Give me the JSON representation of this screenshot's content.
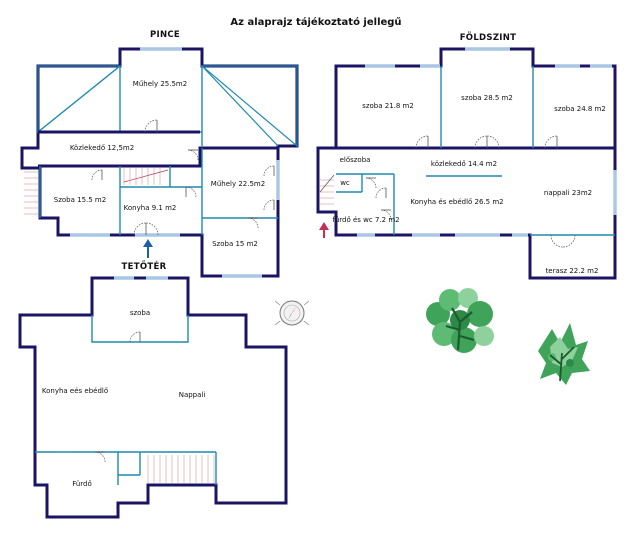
{
  "title": "Az alaprajz tájékoztató jellegű",
  "colors": {
    "wall": "#1b1464",
    "inner_wall": "#1f8ab0",
    "window": "#a9c6e3",
    "stairs": "#e0a0a0",
    "entry_arrow_blue": "#1f5fa8",
    "entry_arrow_red": "#c0305a",
    "plant_green": "#3fa35a"
  },
  "floors": {
    "pince": {
      "heading": "PINCE",
      "rooms": [
        {
          "label": "Műhely 25.5m2"
        },
        {
          "label": "Közlekedő 12,5m2"
        },
        {
          "label": "Szoba 15.5 m2"
        },
        {
          "label": "Konyha 9.1 m2"
        },
        {
          "label": "Műhely 22.5m2"
        },
        {
          "label": "Szoba 15 m2"
        }
      ]
    },
    "foldszint": {
      "heading": "FÖLDSZINT",
      "rooms": [
        {
          "label": "szoba 21.8 m2"
        },
        {
          "label": "szoba 28.5 m2"
        },
        {
          "label": "szoba 24.8 m2"
        },
        {
          "label": "előszoba"
        },
        {
          "label": "közlekedő 14.4 m2"
        },
        {
          "label": "wc"
        },
        {
          "label": "nappali 23m2"
        },
        {
          "label": "fürdő és wc 7.2 m2"
        },
        {
          "label": "Konyha és ebédlő 26.5 m2"
        },
        {
          "label": "terasz 22.2 m2"
        }
      ]
    },
    "tetoter": {
      "heading": "TETŐTÉR",
      "rooms": [
        {
          "label": "szoba"
        },
        {
          "label": "Konyha eés ebédlő"
        },
        {
          "label": "Nappali"
        },
        {
          "label": "Fürdő"
        }
      ]
    }
  },
  "icons": {
    "compass": "compass-icon",
    "entry_arrows": "entry-arrow-icon",
    "trees": "tree-icon"
  }
}
